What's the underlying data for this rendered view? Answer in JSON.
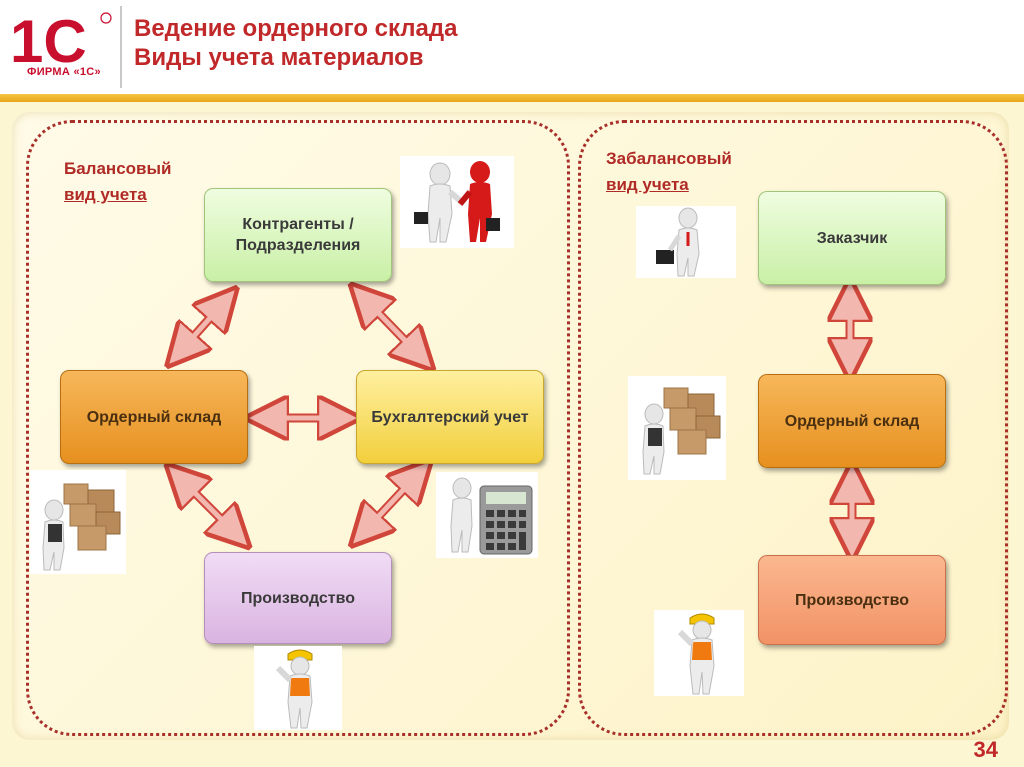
{
  "header": {
    "logo_mark": "1С",
    "company": "ФИРМА «1С»",
    "title_line1": "Ведение ордерного склада",
    "title_line2": "Виды учета материалов"
  },
  "left_region": {
    "title_line1": "Балансовый",
    "title_line2": "вид учета",
    "nodes": {
      "counterparties": "Контрагенты / Подразделения",
      "warehouse": "Ордерный склад",
      "accounting": "Бухгалтерский учет",
      "production": "Производство"
    }
  },
  "right_region": {
    "title_line1": "Забалансовый",
    "title_line2": "вид учета",
    "nodes": {
      "customer": "Заказчик",
      "warehouse": "Ордерный склад",
      "production": "Производство"
    }
  },
  "page_number": "34",
  "colors": {
    "title": "#c0282a",
    "arrow_fill": "#f2b8b0",
    "arrow_stroke": "#d0463a"
  },
  "icons": [
    "handshake-figures-icon",
    "businessman-figure-icon",
    "boxes-figure-icon",
    "calculator-figure-icon",
    "worker-figure-icon"
  ]
}
